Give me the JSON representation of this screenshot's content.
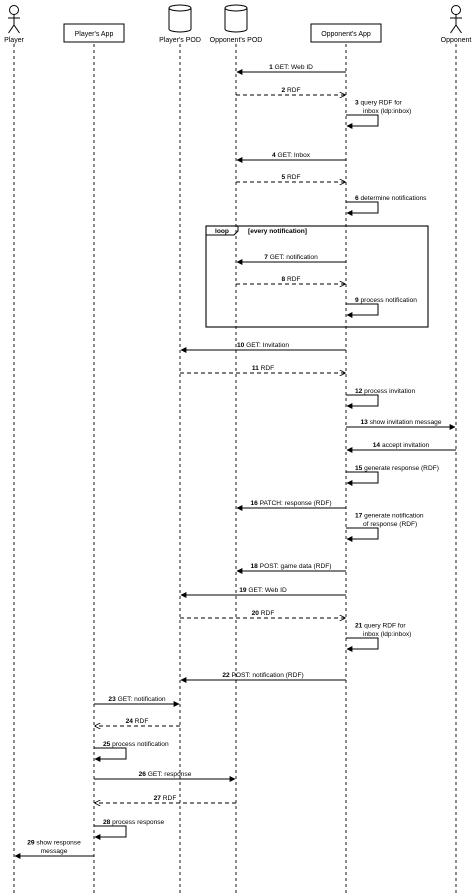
{
  "participants": [
    {
      "id": "player",
      "name": "Player",
      "kind": "actor"
    },
    {
      "id": "players_app",
      "name": "Player's App",
      "kind": "box"
    },
    {
      "id": "players_pod",
      "name": "Player's POD",
      "kind": "database"
    },
    {
      "id": "opponents_pod",
      "name": "Opponent's POD",
      "kind": "database"
    },
    {
      "id": "opponents_app",
      "name": "Opponent's App",
      "kind": "box"
    },
    {
      "id": "opponent",
      "name": "Opponent",
      "kind": "actor"
    }
  ],
  "loop": {
    "keyword": "loop",
    "condition": "[every notification]",
    "first_message": 7,
    "last_message": 9
  },
  "messages": [
    {
      "n": "1",
      "text": "GET: Web ID",
      "from": "opponents_app",
      "to": "opponents_pod",
      "kind": "call"
    },
    {
      "n": "2",
      "text": "RDF",
      "from": "opponents_pod",
      "to": "opponents_app",
      "kind": "return"
    },
    {
      "n": "3",
      "text": "query RDF for\ninbox (ldp:inbox)",
      "from": "opponents_app",
      "to": "opponents_app",
      "kind": "self"
    },
    {
      "n": "4",
      "text": "GET: Inbox",
      "from": "opponents_app",
      "to": "opponents_pod",
      "kind": "call"
    },
    {
      "n": "5",
      "text": "RDF",
      "from": "opponents_pod",
      "to": "opponents_app",
      "kind": "return"
    },
    {
      "n": "6",
      "text": "determine notifications",
      "from": "opponents_app",
      "to": "opponents_app",
      "kind": "self"
    },
    {
      "n": "7",
      "text": "GET: notification",
      "from": "opponents_app",
      "to": "opponents_pod",
      "kind": "call"
    },
    {
      "n": "8",
      "text": "RDF",
      "from": "opponents_pod",
      "to": "opponents_app",
      "kind": "return"
    },
    {
      "n": "9",
      "text": "process notification",
      "from": "opponents_app",
      "to": "opponents_app",
      "kind": "self"
    },
    {
      "n": "10",
      "text": "GET: Invitation",
      "from": "opponents_app",
      "to": "players_pod",
      "kind": "call"
    },
    {
      "n": "11",
      "text": "RDF",
      "from": "players_pod",
      "to": "opponents_app",
      "kind": "return"
    },
    {
      "n": "12",
      "text": "process invitation",
      "from": "opponents_app",
      "to": "opponents_app",
      "kind": "self"
    },
    {
      "n": "13",
      "text": "show invitation message",
      "from": "opponents_app",
      "to": "opponent",
      "kind": "call"
    },
    {
      "n": "14",
      "text": "accept invitation",
      "from": "opponent",
      "to": "opponents_app",
      "kind": "call"
    },
    {
      "n": "15",
      "text": "generate response (RDF)",
      "from": "opponents_app",
      "to": "opponents_app",
      "kind": "self"
    },
    {
      "n": "16",
      "text": "PATCH: response (RDF)",
      "from": "opponents_app",
      "to": "opponents_pod",
      "kind": "call"
    },
    {
      "n": "17",
      "text": "generate notification\nof response (RDF)",
      "from": "opponents_app",
      "to": "opponents_app",
      "kind": "self"
    },
    {
      "n": "18",
      "text": "POST: game data (RDF)",
      "from": "opponents_app",
      "to": "opponents_pod",
      "kind": "call"
    },
    {
      "n": "19",
      "text": "GET: Web ID",
      "from": "opponents_app",
      "to": "players_pod",
      "kind": "call"
    },
    {
      "n": "20",
      "text": "RDF",
      "from": "players_pod",
      "to": "opponents_app",
      "kind": "return"
    },
    {
      "n": "21",
      "text": "query RDF for\ninbox (ldp:inbox)",
      "from": "opponents_app",
      "to": "opponents_app",
      "kind": "self"
    },
    {
      "n": "22",
      "text": "POST: notification (RDF)",
      "from": "opponents_app",
      "to": "players_pod",
      "kind": "call"
    },
    {
      "n": "23",
      "text": "GET: notification",
      "from": "players_app",
      "to": "players_pod",
      "kind": "call"
    },
    {
      "n": "24",
      "text": "RDF",
      "from": "players_pod",
      "to": "players_app",
      "kind": "return"
    },
    {
      "n": "25",
      "text": "process notification",
      "from": "players_app",
      "to": "players_app",
      "kind": "self"
    },
    {
      "n": "26",
      "text": "GET: response",
      "from": "players_app",
      "to": "opponents_pod",
      "kind": "call"
    },
    {
      "n": "27",
      "text": "RDF",
      "from": "opponents_pod",
      "to": "players_app",
      "kind": "return"
    },
    {
      "n": "28",
      "text": "process response",
      "from": "players_app",
      "to": "players_app",
      "kind": "self"
    },
    {
      "n": "29",
      "text": "show response\nmessage",
      "from": "players_app",
      "to": "player",
      "kind": "call"
    }
  ]
}
